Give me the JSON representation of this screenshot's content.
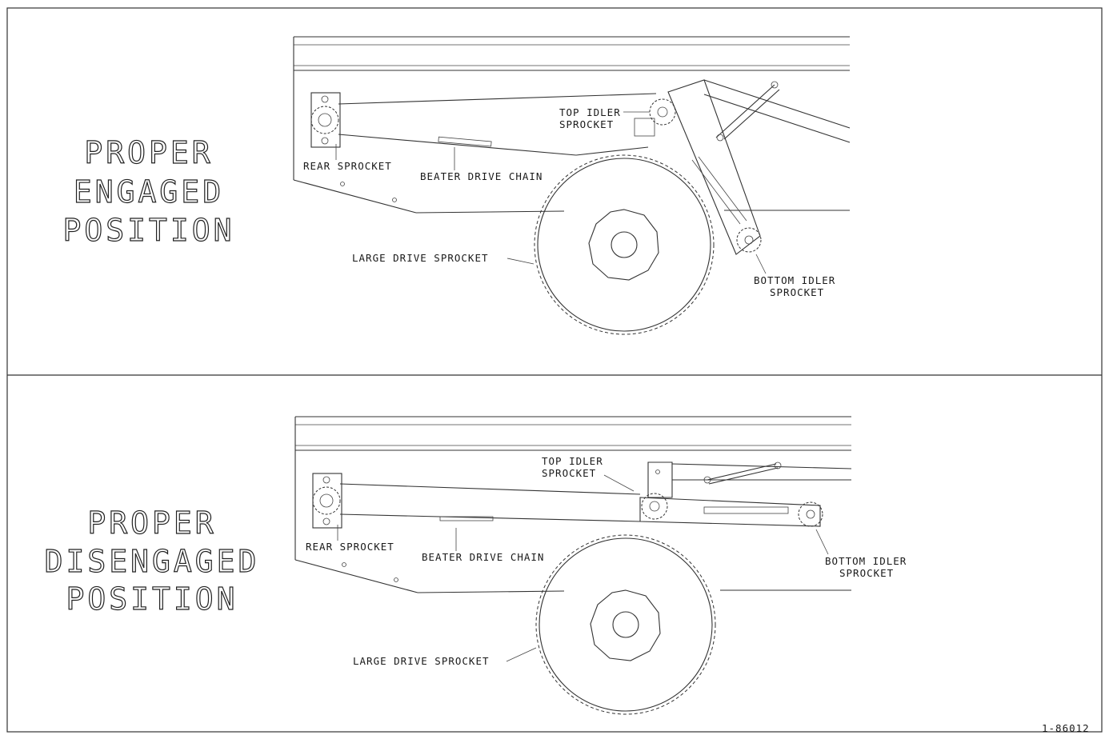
{
  "panels": [
    {
      "title_lines": [
        "PROPER",
        "ENGAGED",
        "POSITION"
      ],
      "labels": {
        "top_idler_1": "TOP IDLER",
        "top_idler_2": "SPROCKET",
        "rear": "REAR SPROCKET",
        "beater": "BEATER DRIVE CHAIN",
        "large": "LARGE DRIVE SPROCKET",
        "bottom_1": "BOTTOM IDLER",
        "bottom_2": "SPROCKET"
      }
    },
    {
      "title_lines": [
        "PROPER",
        "DISENGAGED",
        "POSITION"
      ],
      "labels": {
        "top_idler_1": "TOP IDLER",
        "top_idler_2": "SPROCKET",
        "rear": "REAR SPROCKET",
        "beater": "BEATER DRIVE CHAIN",
        "large": "LARGE DRIVE SPROCKET",
        "bottom_1": "BOTTOM IDLER",
        "bottom_2": "SPROCKET"
      }
    }
  ],
  "figure_number": "1-86012"
}
